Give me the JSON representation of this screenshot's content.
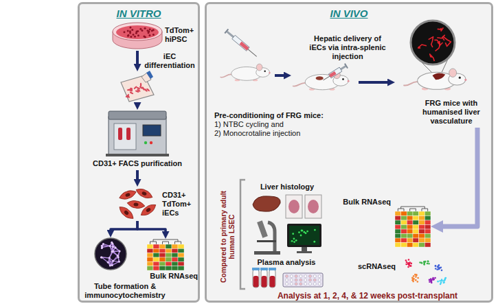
{
  "diagram": {
    "nodes": [
      {
        "text": [
          "IN VITRO"
        ]
      },
      {
        "text": [
          "TdTom+ hiPSC"
        ],
        "in": 0
      },
      {
        "text": [
          "iEC differentiation"
        ],
        "in": 0
      },
      {
        "text": [
          "CD31+ FACS purification"
        ],
        "in": 0
      },
      {
        "text": [
          "CD31+ TdTom+ iECs"
        ],
        "in": 0
      },
      {
        "text": [
          "Tube formation & immunocytochemistry"
        ],
        "in": 0
      },
      {
        "text": [
          "Bulk RNAseq"
        ],
        "in": 0
      },
      {
        "text": [
          "IN VIVO"
        ]
      },
      {
        "text": [
          "Pre-conditioning of FRG mice:",
          "1) NTBC cycling and",
          "2) Monocrotaline injection"
        ],
        "in": 7
      },
      {
        "text": [
          "Hepatic delivery of iECs via intra-splenic injection"
        ],
        "in": 7
      },
      {
        "text": [
          "FRG mice with humanised liver vasculature"
        ],
        "in": 7
      },
      {
        "text": [
          "Liver histology"
        ],
        "in": 7
      },
      {
        "text": [
          "Bulk RNAseq"
        ],
        "in": 7
      },
      {
        "text": [
          "Plasma analysis"
        ],
        "in": 7
      },
      {
        "text": [
          "scRNAseq"
        ],
        "in": 7
      }
    ],
    "edges": [
      {
        "from": 1,
        "to": 2,
        "arrow": "to"
      },
      {
        "from": 2,
        "to": 3,
        "arrow": "to"
      },
      {
        "from": 3,
        "to": 4,
        "arrow": "to"
      },
      {
        "from": 4,
        "to": 5,
        "arrow": "to"
      },
      {
        "from": 4,
        "to": 6,
        "arrow": "to"
      },
      {
        "from": 8,
        "to": 9,
        "arrow": "to"
      },
      {
        "from": 9,
        "to": 10,
        "arrow": "to"
      },
      {
        "from": 10,
        "to": 12,
        "arrow": "to"
      }
    ],
    "labels": [
      "Compared to primary adult human LSEC",
      "Analysis at 1, 2, 4, & 12 weeks post-transplant"
    ]
  }
}
